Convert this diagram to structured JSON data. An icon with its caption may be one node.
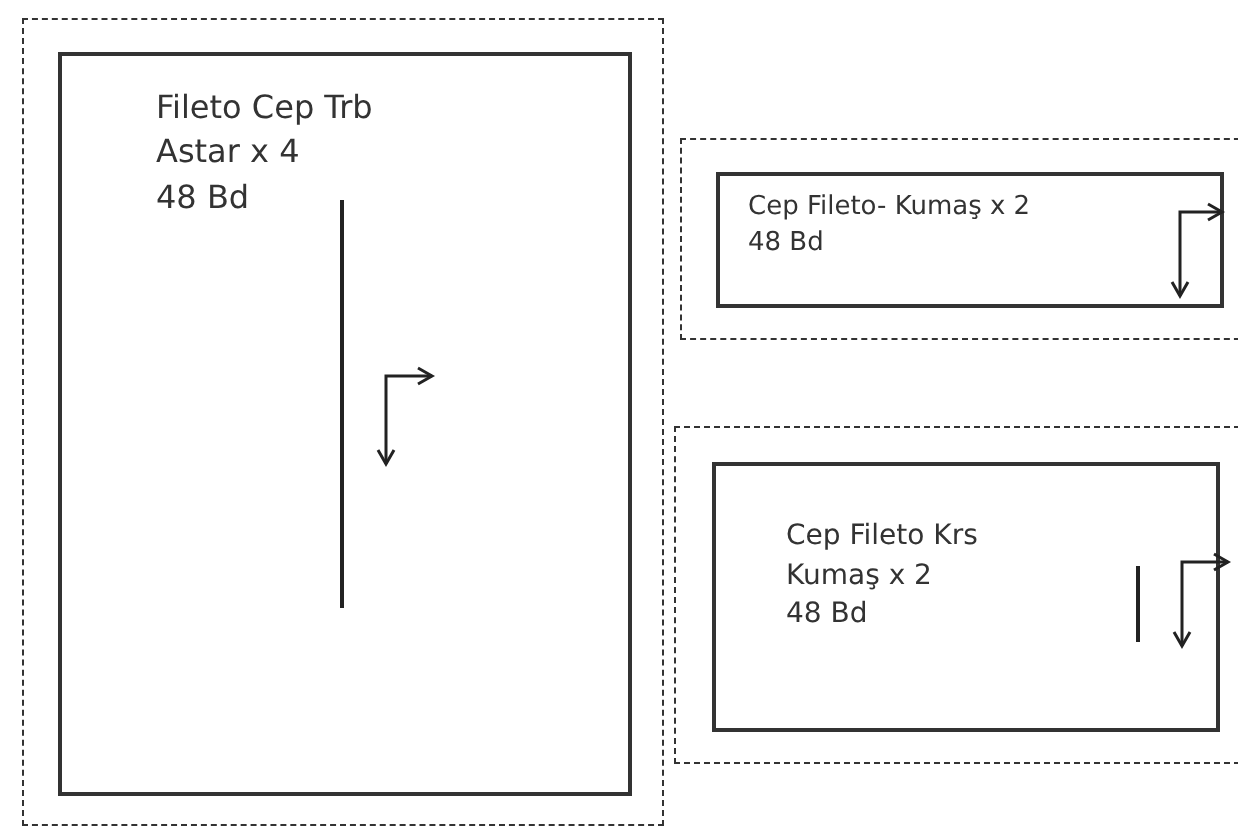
{
  "diagram": {
    "nodes": [
      {
        "text": [],
        "shape": "box"
      },
      {
        "text": [
          "Fileto Cep Trb Astar x 4",
          "48 Bd"
        ],
        "in": 0
      },
      {
        "text": [],
        "shape": "box"
      },
      {
        "text": [
          "Cep Fileto- Kumaş x 2",
          "48 Bd"
        ],
        "in": 2
      },
      {
        "text": [],
        "shape": "box"
      },
      {
        "text": [
          "Cep Fileto Krs Kumaş x 2",
          "48 Bd"
        ],
        "in": 4
      }
    ]
  }
}
